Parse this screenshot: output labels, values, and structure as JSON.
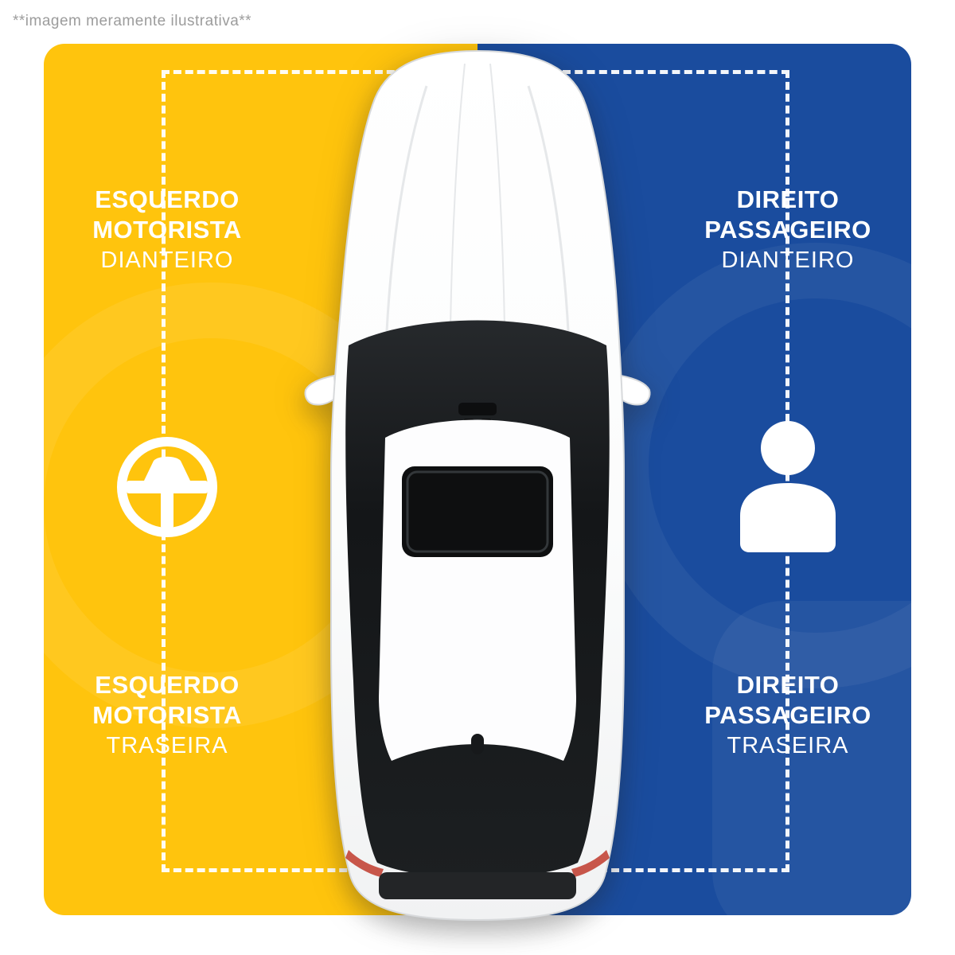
{
  "caption": "**imagem meramente ilustrativa**",
  "colors": {
    "driver_yellow": "#ffc40d",
    "passenger_blue": "#1a4c9e",
    "label_text": "#ffffff",
    "caption_text": "#9c9c9c"
  },
  "labels": {
    "driver_front": {
      "line1": "ESQUERDO",
      "line2": "MOTORISTA",
      "line3": "DIANTEIRO"
    },
    "driver_rear": {
      "line1": "ESQUERDO",
      "line2": "MOTORISTA",
      "line3": "TRASEIRA"
    },
    "passenger_front": {
      "line1": "DIREITO",
      "line2": "PASSAGEIRO",
      "line3": "DIANTEIRO"
    },
    "passenger_rear": {
      "line1": "DIREITO",
      "line2": "PASSAGEIRO",
      "line3": "TRASEIRA"
    }
  },
  "icons": {
    "driver_side": "steering-wheel-icon",
    "passenger_side": "person-icon",
    "center": "car-top-view"
  }
}
